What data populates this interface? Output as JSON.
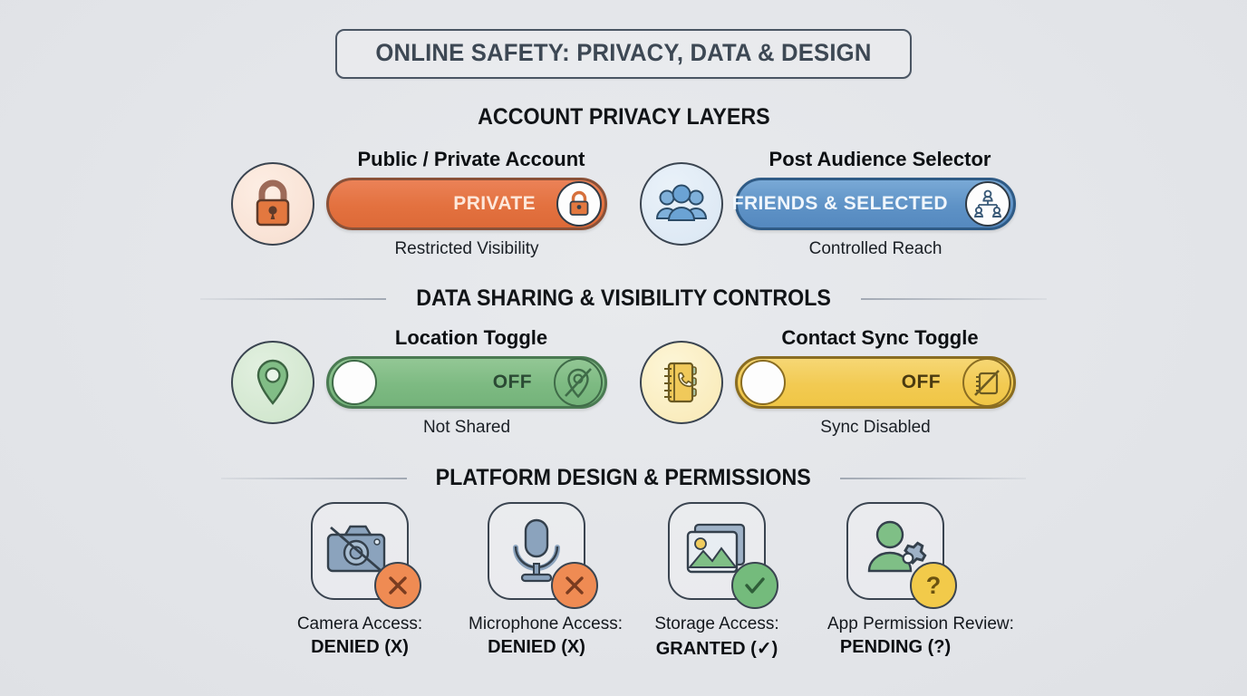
{
  "title": {
    "text": "ONLINE SAFETY: PRIVACY, DATA & DESIGN",
    "border_color": "#4a5563",
    "text_color": "#3d4854"
  },
  "background_color": "#e4e6e9",
  "sections": [
    {
      "id": "account-privacy-layers",
      "heading": "ACCOUNT PRIVACY LAYERS",
      "has_divider_lines": false,
      "controls": [
        {
          "id": "public-private-account",
          "label": "Public / Private Account",
          "sub": "Restricted Visibility",
          "toggle_text": "PRIVATE",
          "toggle_state": "on",
          "knob_side": "right",
          "accent_color": "#e3713f",
          "border_color": "#8a5138",
          "circle_icon": "lock-icon",
          "knob_icon": "lock-icon"
        },
        {
          "id": "post-audience-selector",
          "label": "Post Audience Selector",
          "sub": "Controlled Reach",
          "toggle_text": "FRIENDS & SELECTED",
          "toggle_state": "on",
          "knob_side": "right",
          "accent_color": "#5e92c6",
          "border_color": "#2f5b86",
          "circle_icon": "people-group-icon",
          "knob_icon": "network-people-icon"
        }
      ]
    },
    {
      "id": "data-sharing-visibility-controls",
      "heading": "DATA SHARING & VISIBILITY CONTROLS",
      "has_divider_lines": true,
      "controls": [
        {
          "id": "location-toggle",
          "label": "Location Toggle",
          "sub": "Not Shared",
          "toggle_text": "OFF",
          "toggle_state": "off",
          "knob_side": "left",
          "accent_color": "#7dba82",
          "border_color": "#4a7a52",
          "circle_icon": "location-pin-icon",
          "end_icon": "location-pin-slash-icon"
        },
        {
          "id": "contact-sync-toggle",
          "label": "Contact Sync Toggle",
          "sub": "Sync Disabled",
          "toggle_text": "OFF",
          "toggle_state": "off",
          "knob_side": "left",
          "accent_color": "#f2ca52",
          "border_color": "#8a6d22",
          "circle_icon": "contact-book-icon",
          "end_icon": "contact-book-slash-icon"
        }
      ]
    },
    {
      "id": "platform-design-permissions",
      "heading": "PLATFORM DESIGN & PERMISSIONS",
      "has_divider_lines": true,
      "permissions": [
        {
          "id": "camera-access",
          "label": "Camera Access:",
          "status": "DENIED (X)",
          "icon": "camera-slash-icon",
          "badge_icon": "x-mark-icon",
          "badge_color": "#ef8b53"
        },
        {
          "id": "microphone-access",
          "label": "Microphone Access:",
          "status": "DENIED (X)",
          "icon": "microphone-icon",
          "badge_icon": "x-mark-icon",
          "badge_color": "#ef8b53"
        },
        {
          "id": "storage-access",
          "label": "Storage Access:",
          "status": "GRANTED (✓)",
          "icon": "image-stack-icon",
          "badge_icon": "check-mark-icon",
          "badge_color": "#74bb7c"
        },
        {
          "id": "app-permission-review",
          "label": "App Permission Review:",
          "status": "PENDING (?)",
          "icon": "user-gear-icon",
          "badge_icon": "question-mark-icon",
          "badge_color": "#f2ca4a"
        }
      ]
    }
  ]
}
